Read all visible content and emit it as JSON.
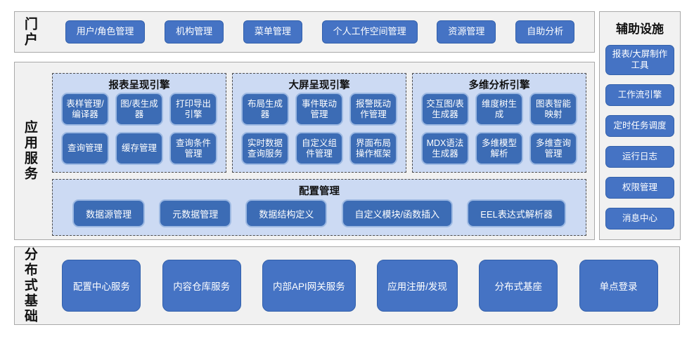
{
  "colors": {
    "canvas_bg": "#ffffff",
    "section_bg": "#f1f1f1",
    "section_border": "#a9a9a9",
    "panel_bg": "#ccdaf3",
    "panel_dash_border": "#4d4d4d",
    "solid_button_blue": "#4573c4",
    "solid_button_border": "#3260ab",
    "panel_button_blue": "#3c6cb5",
    "panel_button_border": "#9db9e2",
    "button_text": "#ffffff",
    "label_text": "#111111"
  },
  "portal": {
    "label": "门户",
    "buttons": [
      "用户/角色管理",
      "机构管理",
      "菜单管理",
      "个人工作空间管理",
      "资源管理",
      "自助分析"
    ]
  },
  "app_services": {
    "label": "应用服务",
    "engine_panels": [
      {
        "title": "报表呈现引擎",
        "buttons": [
          "表样管理/编译器",
          "图/表生成器",
          "打印导出引擎",
          "查询管理",
          "缓存管理",
          "查询条件管理"
        ]
      },
      {
        "title": "大屏呈现引擎",
        "buttons": [
          "布局生成器",
          "事件联动管理",
          "报警既动作管理",
          "实时数据查询服务",
          "自定义组件管理",
          "界面布局操作框架"
        ]
      },
      {
        "title": "多维分析引擎",
        "buttons": [
          "交互图/表生成器",
          "维度树生成",
          "图表智能映射",
          "MDX语法生成器",
          "多维模型解析",
          "多维查询管理"
        ]
      }
    ],
    "config_panel": {
      "title": "配置管理",
      "buttons": [
        "数据源管理",
        "元数据管理",
        "数据结构定义",
        "自定义模块/函数插入",
        "EEL表达式解析器"
      ]
    }
  },
  "distributed": {
    "label": "分布式基础",
    "buttons": [
      "配置中心服务",
      "内容仓库服务",
      "内部API网关服务",
      "应用注册/发现",
      "分布式基座",
      "单点登录"
    ]
  },
  "auxiliary": {
    "title": "辅助设施",
    "buttons": [
      "报表/大屏制作工具",
      "工作流引擎",
      "定时任务调度",
      "运行日志",
      "权限管理",
      "消息中心"
    ]
  }
}
